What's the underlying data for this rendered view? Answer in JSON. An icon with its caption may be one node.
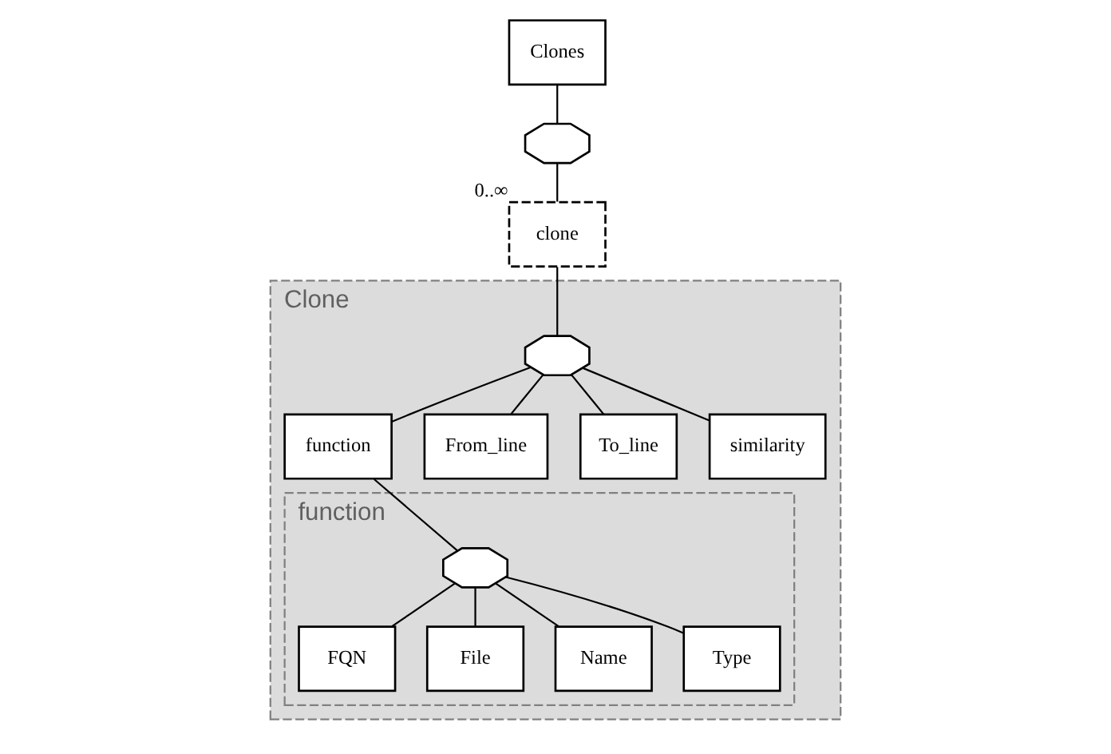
{
  "diagram": {
    "nodes": [
      {
        "text": [
          "Clones"
        ]
      },
      {
        "text": [],
        "shape": "octagon"
      },
      {
        "text": [
          "clone"
        ],
        "beside": [
          "0..∞"
        ]
      },
      {
        "text": [
          "Clone"
        ]
      },
      {
        "text": [],
        "shape": "octagon",
        "in": 3
      },
      {
        "text": [
          "function"
        ],
        "in": 3
      },
      {
        "text": [
          "From_line"
        ],
        "in": 3
      },
      {
        "text": [
          "To_line"
        ],
        "in": 3
      },
      {
        "text": [
          "similarity"
        ],
        "in": 3
      },
      {
        "text": [
          "function"
        ],
        "in": 3
      },
      {
        "text": [],
        "shape": "octagon",
        "in": 9
      },
      {
        "text": [
          "FQN"
        ],
        "in": 9
      },
      {
        "text": [
          "File"
        ],
        "in": 9
      },
      {
        "text": [
          "Name"
        ],
        "in": 9
      },
      {
        "text": [
          "Type"
        ],
        "in": 9
      }
    ],
    "edges": [
      {
        "from": 0,
        "to": 1,
        "arrow": "none"
      },
      {
        "from": 1,
        "to": 2,
        "arrow": "none"
      },
      {
        "from": 2,
        "to": 4,
        "arrow": "none"
      },
      {
        "from": 4,
        "to": 5,
        "arrow": "none"
      },
      {
        "from": 4,
        "to": 6,
        "arrow": "none"
      },
      {
        "from": 4,
        "to": 7,
        "arrow": "none"
      },
      {
        "from": 4,
        "to": 8,
        "arrow": "none"
      },
      {
        "from": 5,
        "to": 10,
        "arrow": "none"
      },
      {
        "from": 10,
        "to": 11,
        "arrow": "none"
      },
      {
        "from": 10,
        "to": 12,
        "arrow": "none"
      },
      {
        "from": 10,
        "to": 13,
        "arrow": "none"
      },
      {
        "from": 10,
        "to": 14,
        "arrow": "none"
      }
    ]
  }
}
